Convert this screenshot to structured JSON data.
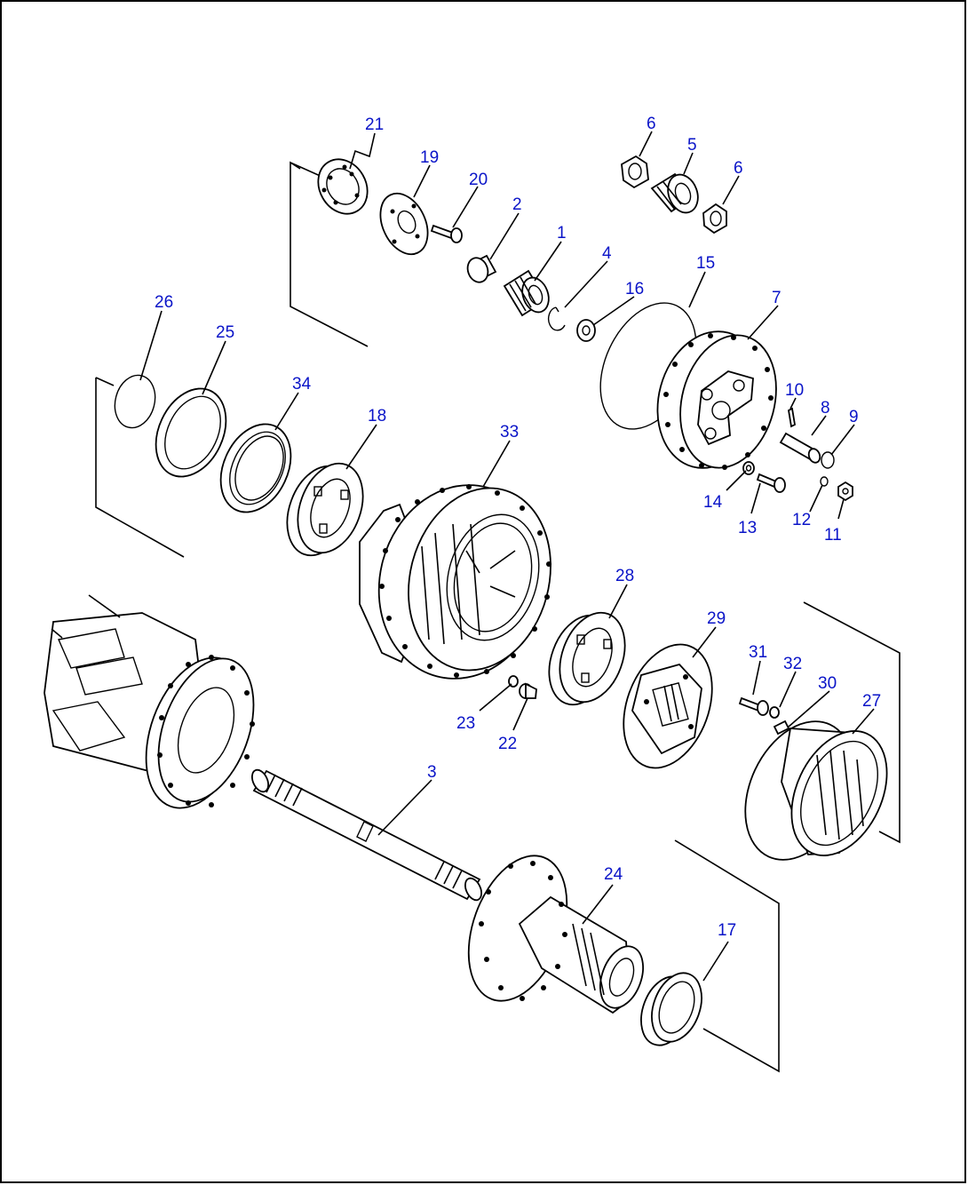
{
  "diagram": {
    "labels": [
      {
        "id": "21",
        "text": "21"
      },
      {
        "id": "19",
        "text": "19"
      },
      {
        "id": "20",
        "text": "20"
      },
      {
        "id": "2",
        "text": "2"
      },
      {
        "id": "1",
        "text": "1"
      },
      {
        "id": "4",
        "text": "4"
      },
      {
        "id": "16",
        "text": "16"
      },
      {
        "id": "6a",
        "text": "6"
      },
      {
        "id": "5",
        "text": "5"
      },
      {
        "id": "6b",
        "text": "6"
      },
      {
        "id": "15",
        "text": "15"
      },
      {
        "id": "7",
        "text": "7"
      },
      {
        "id": "10",
        "text": "10"
      },
      {
        "id": "8",
        "text": "8"
      },
      {
        "id": "9",
        "text": "9"
      },
      {
        "id": "14",
        "text": "14"
      },
      {
        "id": "13",
        "text": "13"
      },
      {
        "id": "12",
        "text": "12"
      },
      {
        "id": "11",
        "text": "11"
      },
      {
        "id": "26",
        "text": "26"
      },
      {
        "id": "25",
        "text": "25"
      },
      {
        "id": "34",
        "text": "34"
      },
      {
        "id": "18",
        "text": "18"
      },
      {
        "id": "33",
        "text": "33"
      },
      {
        "id": "28",
        "text": "28"
      },
      {
        "id": "29",
        "text": "29"
      },
      {
        "id": "31",
        "text": "31"
      },
      {
        "id": "32",
        "text": "32"
      },
      {
        "id": "30",
        "text": "30"
      },
      {
        "id": "27",
        "text": "27"
      },
      {
        "id": "23",
        "text": "23"
      },
      {
        "id": "22",
        "text": "22"
      },
      {
        "id": "3",
        "text": "3"
      },
      {
        "id": "24",
        "text": "24"
      },
      {
        "id": "17",
        "text": "17"
      }
    ]
  }
}
